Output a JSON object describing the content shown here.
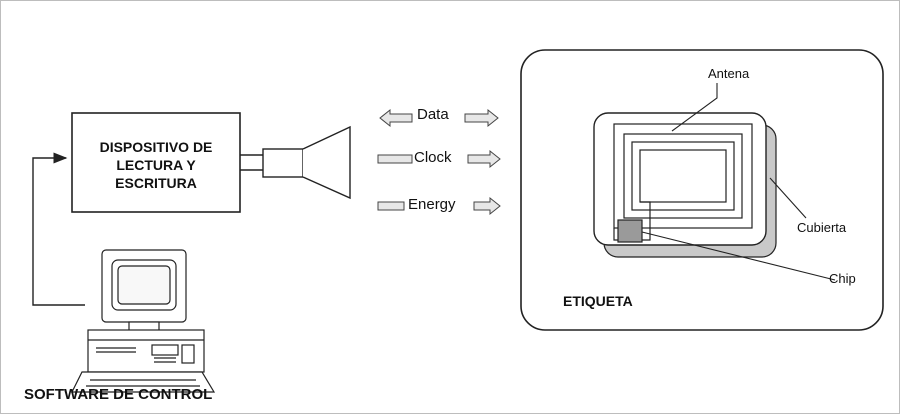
{
  "reader": {
    "lines": [
      "DISPOSITIVO DE",
      "LECTURA Y",
      "ESCRITURA"
    ]
  },
  "signals": {
    "data": "Data",
    "clock": "Clock",
    "energy": "Energy"
  },
  "tag": {
    "title": "ETIQUETA",
    "antenna": "Antena",
    "cover": "Cubierta",
    "chip": "Chip"
  },
  "software": {
    "label": "SOFTWARE DE CONTROL"
  },
  "colors": {
    "stroke": "#222222",
    "arrow_fill": "#e7e7e7",
    "chip_fill": "#9a9a9a",
    "cover_shadow": "#c9c9c9",
    "frame": "#bdbdbd"
  }
}
